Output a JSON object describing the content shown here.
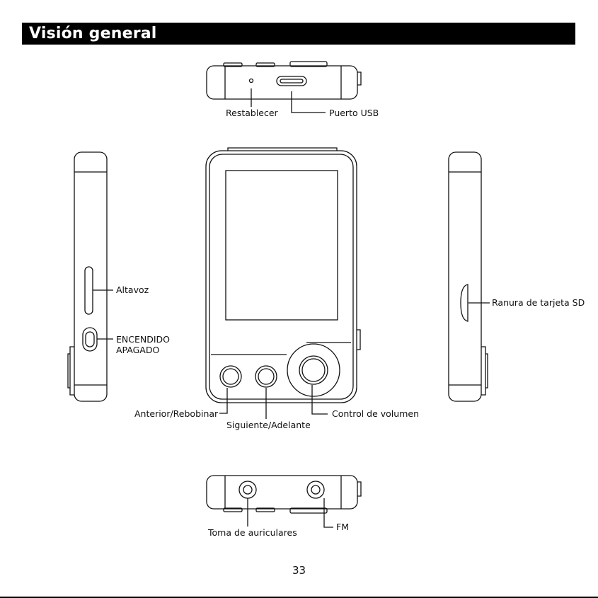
{
  "header": {
    "title": "Visión general"
  },
  "labels": {
    "reset": "Restablecer",
    "usb_port": "Puerto USB",
    "speaker": "Altavoz",
    "power_line1": "ENCENDIDO",
    "power_line2": "APAGADO",
    "sd_slot": "Ranura de tarjeta SD",
    "prev_rewind": "Anterior/Rebobinar",
    "next_forward": "Siguiente/Adelante",
    "volume_control": "Control de volumen",
    "headphone_jack": "Toma de auriculares",
    "fm": "FM"
  },
  "footer": {
    "page_number": "33"
  },
  "colors": {
    "header_bg": "#000000",
    "header_text": "#ffffff",
    "line": "#111111"
  }
}
